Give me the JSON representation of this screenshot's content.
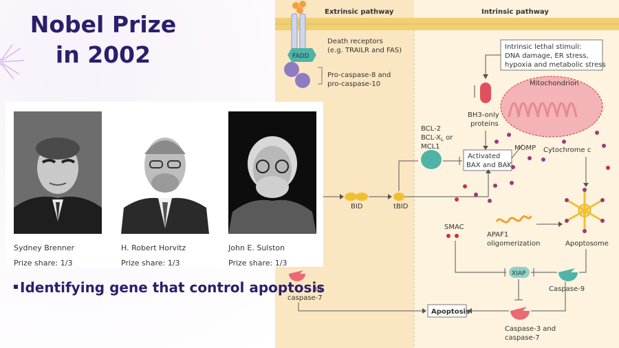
{
  "slide": {
    "title_line1": "Nobel Prize",
    "title_line2": "in 2002",
    "bullet": "Identifying gene that control apoptosis"
  },
  "laureates": [
    {
      "name": "Sydney Brenner",
      "share_label": "Prize share:",
      "share": "1/3"
    },
    {
      "name": "H. Robert Horvitz",
      "share_label": "Prize share:",
      "share": "1/3"
    },
    {
      "name": "John E. Sulston",
      "share_label": "Prize share:",
      "share": "1/3"
    }
  ],
  "pathway": {
    "extrinsic_title": "Extrinsic pathway",
    "intrinsic_title": "Intrinsic pathway",
    "death_receptors_1": "Death receptors",
    "death_receptors_2": "(e.g. TRAILR  and FAS)",
    "fadd": "FADD",
    "procaspase_1": "Pro-caspase-8 and",
    "procaspase_2": "pro-caspase-10",
    "stimuli_1": "Intrinsic lethal stimuli:",
    "stimuli_2": "DNA damage, ER stress,",
    "stimuli_3": "hypoxia and metabolic stress",
    "mitochondrion": "Mitochondrion",
    "bh3_1": "BH3-only",
    "bh3_2": "proteins",
    "bcl2_1": "BCL-2",
    "bcl2_2": "BCL-X",
    "bcl2_2_sub": "L",
    "bcl2_2_or": " or",
    "bcl2_3": "MCL1",
    "bax_1": "Activated",
    "bax_2": "BAX and BAK",
    "momp": "MOMP",
    "cytochrome": "Cytochrome c",
    "bid_partial": "d",
    "bid": "BID",
    "tbid": "tBID",
    "smac": "SMAC",
    "apaf_1": "APAF1",
    "apaf_2": "oligomerization",
    "apoptosome": "Apoptosome",
    "xiap": "XIAP",
    "caspase9": "Caspase-9",
    "casp37_partial_1": "nd",
    "casp37_partial_2": "caspase-7",
    "apoptosis": "Apoptosis",
    "casp37_1": "Caspase-3 and",
    "casp37_2": "caspase-7"
  },
  "colors": {
    "title": "#2b1f6b",
    "extrinsic_bg": "#fbe6c2",
    "intrinsic_bg": "#fdf3df",
    "membrane": "#f1cf73",
    "mito": "#f4b3b6",
    "teal": "#4fb3a8",
    "purple": "#8d7cc2",
    "yellow": "#f0c030",
    "red": "#c8323c"
  }
}
